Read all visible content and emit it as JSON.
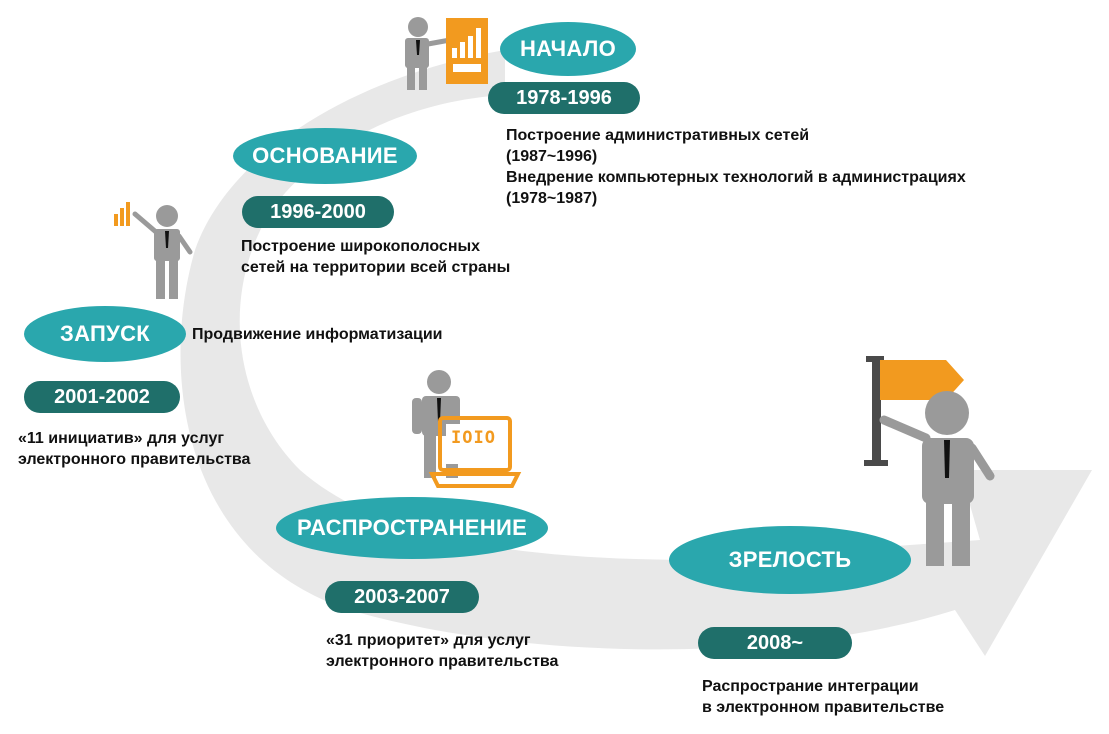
{
  "colors": {
    "arrow": "#e8e8e8",
    "stage_fill": "#2aa7ad",
    "years_fill": "#1f6f6a",
    "accent": "#f29a1f",
    "figure": "#9a9a9a",
    "text": "#111111"
  },
  "stages": [
    {
      "id": "nachalo",
      "name": "НАЧАЛО",
      "years": "1978-1996",
      "description": [
        "Построение административных сетей",
        "(1987~1996)",
        "Внедрение компьютерных технологий в администрациях",
        "(1978~1987)"
      ],
      "icon": "presenter-with-chart-board-icon"
    },
    {
      "id": "osnovanie",
      "name": "ОСНОВАНИЕ",
      "years": "1996-2000",
      "description": [
        "Построение широкополосных",
        "сетей на территории всей страны"
      ],
      "icon": "presenter-with-bar-chart-icon"
    },
    {
      "id": "zapusk",
      "name": "ЗАПУСК",
      "years": "2001-2002",
      "side_note": "Продвижение информатизации",
      "description": [
        "«11 инициатив» для услуг",
        "электронного правительства"
      ]
    },
    {
      "id": "rasprostranenie",
      "name": "РАСПРОСТРАНЕНИЕ",
      "years": "2003-2007",
      "description": [
        "«31 приоритет» для услуг",
        "электронного правительства"
      ],
      "icon": "person-with-laptop-icon",
      "chip_text": "IOIO"
    },
    {
      "id": "zrelost",
      "name": "ЗРЕЛОСТЬ",
      "years": "2008~",
      "description": [
        "Распространие интеграции",
        "в электронном правительстве"
      ],
      "icon": "person-with-flag-icon"
    }
  ]
}
